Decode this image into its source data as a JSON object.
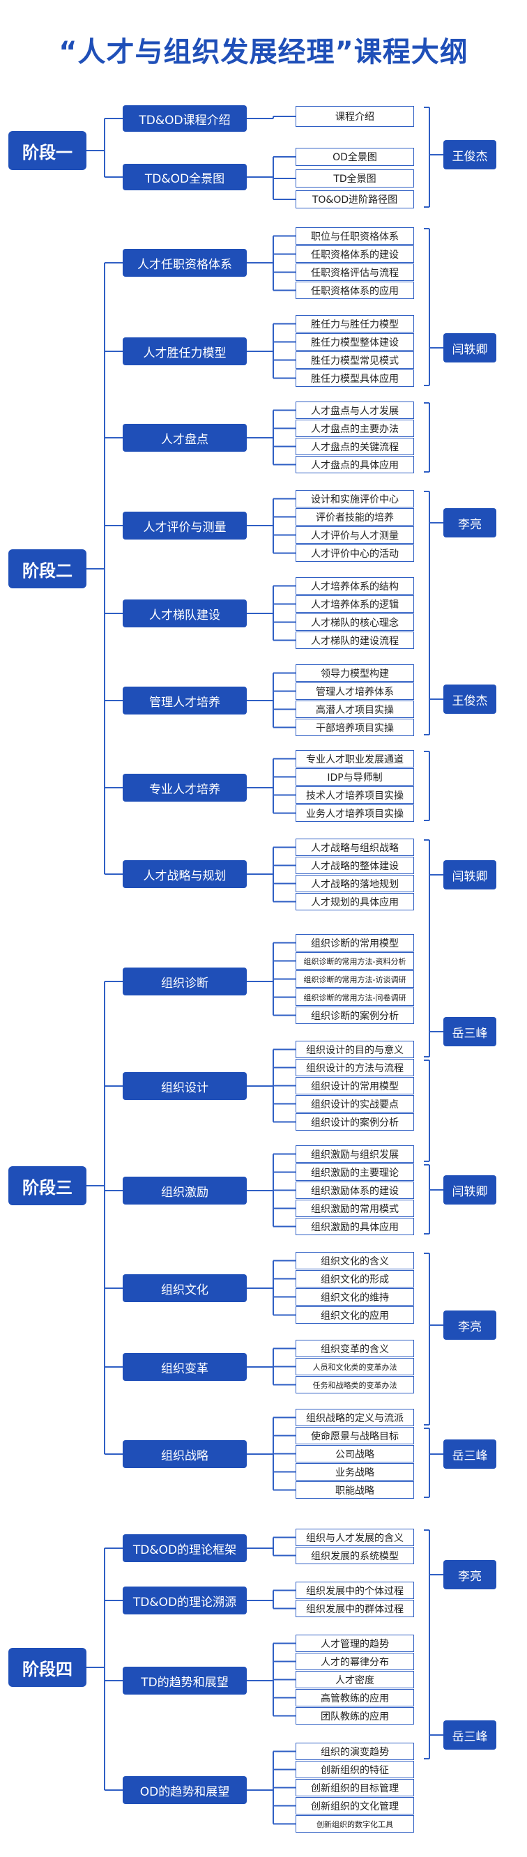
{
  "title": "“人才与组织发展经理”课程大纲",
  "colors": {
    "primary": "#1f4fb8",
    "line": "#2f5fc4",
    "text": "#222222",
    "background": "#ffffff"
  },
  "stages": [
    {
      "label": "阶段一",
      "categories": [
        {
          "label": "TD&OD课程介绍",
          "items": [
            "课程介绍"
          ]
        },
        {
          "label": "TD&OD全景图",
          "items": [
            "OD全景图",
            "TD全景图",
            "TO&OD进阶路径图"
          ]
        }
      ]
    },
    {
      "label": "阶段二",
      "categories": [
        {
          "label": "人才任职资格体系",
          "items": [
            "职位与任职资格体系",
            "任职资格体系的建设",
            "任职资格评估与流程",
            "任职资格体系的应用"
          ]
        },
        {
          "label": "人才胜任力模型",
          "items": [
            "胜任力与胜任力模型",
            "胜任力模型整体建设",
            "胜任力模型常见模式",
            "胜任力模型具体应用"
          ]
        },
        {
          "label": "人才盘点",
          "items": [
            "人才盘点与人才发展",
            "人才盘点的主要办法",
            "人才盘点的关键流程",
            "人才盘点的具体应用"
          ]
        },
        {
          "label": "人才评价与测量",
          "items": [
            "设计和实施评价中心",
            "评价者技能的培养",
            "人才评价与人才测量",
            "人才评价中心的活动"
          ]
        },
        {
          "label": "人才梯队建设",
          "items": [
            "人才培养体系的结构",
            "人才培养体系的逻辑",
            "人才梯队的核心理念",
            "人才梯队的建设流程"
          ]
        },
        {
          "label": "管理人才培养",
          "items": [
            "领导力模型构建",
            "管理人才培养体系",
            "高潜人才项目实操",
            "干部培养项目实操"
          ]
        },
        {
          "label": "专业人才培养",
          "items": [
            "专业人才职业发展通道",
            "IDP与导师制",
            "技术人才培养项目实操",
            "业务人才培养项目实操"
          ]
        },
        {
          "label": "人才战略与规划",
          "items": [
            "人才战略与组织战略",
            "人才战略的整体建设",
            "人才战略的落地规划",
            "人才规划的具体应用"
          ]
        }
      ]
    },
    {
      "label": "阶段三",
      "categories": [
        {
          "label": "组织诊断",
          "items": [
            "组织诊断的常用模型",
            "组织诊断的常用方法-资料分析",
            "组织诊断的常用方法-访谈调研",
            "组织诊断的常用方法-问卷调研",
            "组织诊断的案例分析"
          ]
        },
        {
          "label": "组织设计",
          "items": [
            "组织设计的目的与意义",
            "组织设计的方法与流程",
            "组织设计的常用模型",
            "组织设计的实战要点",
            "组织设计的案例分析"
          ]
        },
        {
          "label": "组织激励",
          "items": [
            "组织激励与组织发展",
            "组织激励的主要理论",
            "组织激励体系的建设",
            "组织激励的常用模式",
            "组织激励的具体应用"
          ]
        },
        {
          "label": "组织文化",
          "items": [
            "组织文化的含义",
            "组织文化的形成",
            "组织文化的维持",
            "组织文化的应用"
          ]
        },
        {
          "label": "组织变革",
          "items": [
            "组织变革的含义",
            "人员和文化类的变革办法",
            "任务和战略类的变革办法"
          ]
        },
        {
          "label": "组织战略",
          "items": [
            "组织战略的定义与流派",
            "使命愿景与战略目标",
            "公司战略",
            "业务战略",
            "职能战略"
          ]
        }
      ]
    },
    {
      "label": "阶段四",
      "categories": [
        {
          "label": "TD&OD的理论框架",
          "items": [
            "组织与人才发展的含义",
            "组织发展的系统模型"
          ]
        },
        {
          "label": "TD&OD的理论溯源",
          "items": [
            "组织发展中的个体过程",
            "组织发展中的群体过程"
          ]
        },
        {
          "label": "TD的趋势和展望",
          "items": [
            "人才管理的趋势",
            "人才的幂律分布",
            "人才密度",
            "高管教练的应用",
            "团队教练的应用"
          ]
        },
        {
          "label": "OD的趋势和展望",
          "items": [
            "组织的演变趋势",
            "创新组织的特征",
            "创新组织的目标管理",
            "创新组织的文化管理",
            "创新组织的数字化工具"
          ]
        }
      ]
    }
  ],
  "teachers": [
    {
      "name": "王俊杰"
    },
    {
      "name": "闫轶卿"
    },
    {
      "name": "李亮"
    },
    {
      "name": "王俊杰"
    },
    {
      "name": "闫轶卿"
    },
    {
      "name": "岳三峰"
    },
    {
      "name": "闫轶卿"
    },
    {
      "name": "李亮"
    },
    {
      "name": "岳三峰"
    },
    {
      "name": "李亮"
    },
    {
      "name": "岳三峰"
    }
  ]
}
